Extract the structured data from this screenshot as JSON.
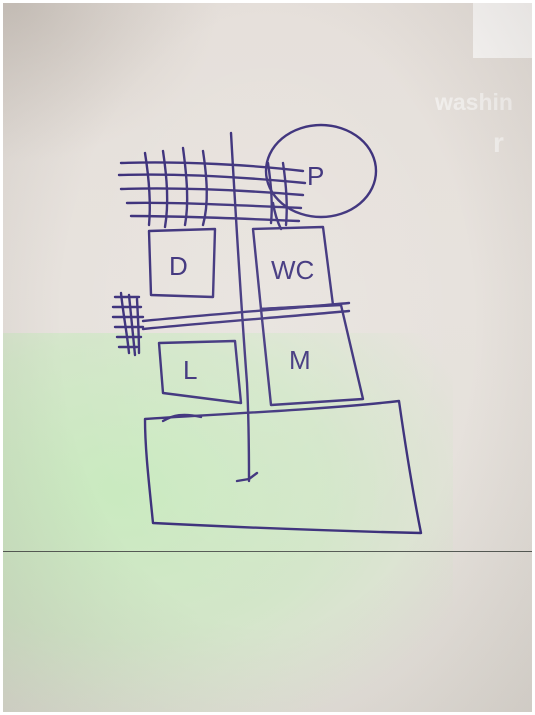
{
  "image": {
    "width": 535,
    "height": 715
  },
  "projection": {
    "word": "washin"
  },
  "sketch": {
    "ink_color": "#3b2f7a",
    "labels": {
      "patio": "P",
      "dining": "D",
      "wc": "WC",
      "lounge": "L",
      "master": "M"
    }
  }
}
